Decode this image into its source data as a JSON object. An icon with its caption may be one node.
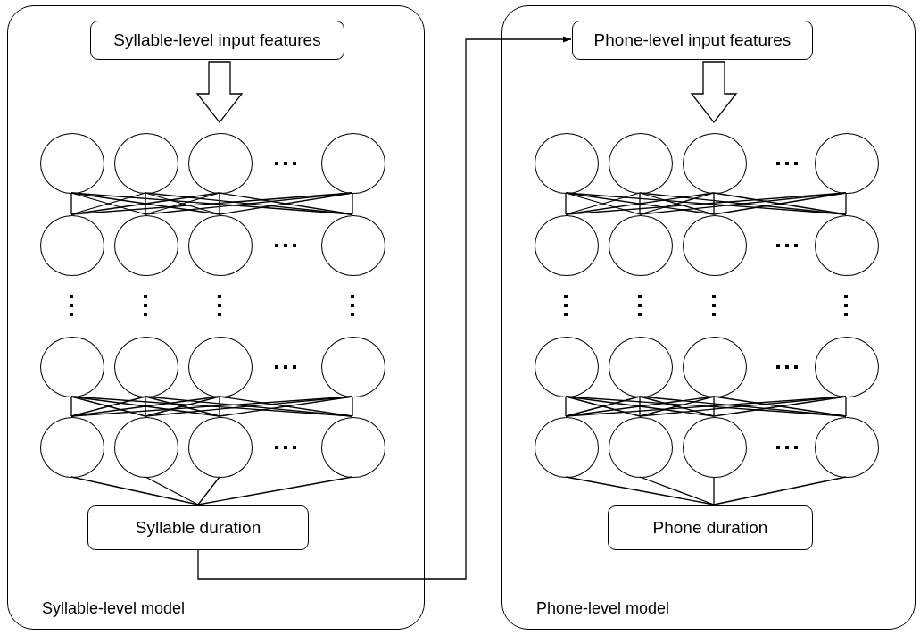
{
  "diagram": {
    "nodes": [
      {
        "text": [
          "Syllable-level model"
        ]
      },
      {
        "text": [
          "Syllable-level input features"
        ],
        "in": 0
      },
      {
        "text": [],
        "shape": "circle",
        "in": 0
      },
      {
        "text": [],
        "shape": "circle",
        "in": 0
      },
      {
        "text": [],
        "shape": "circle",
        "in": 0
      },
      {
        "text": [],
        "shape": "circle",
        "in": 0
      },
      {
        "text": [],
        "shape": "circle",
        "in": 0
      },
      {
        "text": [],
        "shape": "circle",
        "in": 0
      },
      {
        "text": [],
        "shape": "circle",
        "in": 0
      },
      {
        "text": [],
        "shape": "circle",
        "in": 0
      },
      {
        "text": [],
        "shape": "circle",
        "in": 0
      },
      {
        "text": [],
        "shape": "circle",
        "in": 0
      },
      {
        "text": [],
        "shape": "circle",
        "in": 0
      },
      {
        "text": [],
        "shape": "circle",
        "in": 0
      },
      {
        "text": [],
        "shape": "circle",
        "in": 0
      },
      {
        "text": [],
        "shape": "circle",
        "in": 0
      },
      {
        "text": [],
        "shape": "circle",
        "in": 0
      },
      {
        "text": [],
        "shape": "circle",
        "in": 0
      },
      {
        "text": [
          "Syllable duration"
        ],
        "in": 0
      },
      {
        "text": [
          "Phone-level model"
        ]
      },
      {
        "text": [
          "Phone-level input features"
        ],
        "in": 19
      },
      {
        "text": [],
        "shape": "circle",
        "in": 19
      },
      {
        "text": [],
        "shape": "circle",
        "in": 19
      },
      {
        "text": [],
        "shape": "circle",
        "in": 19
      },
      {
        "text": [],
        "shape": "circle",
        "in": 19
      },
      {
        "text": [],
        "shape": "circle",
        "in": 19
      },
      {
        "text": [],
        "shape": "circle",
        "in": 19
      },
      {
        "text": [],
        "shape": "circle",
        "in": 19
      },
      {
        "text": [],
        "shape": "circle",
        "in": 19
      },
      {
        "text": [],
        "shape": "circle",
        "in": 19
      },
      {
        "text": [],
        "shape": "circle",
        "in": 19
      },
      {
        "text": [],
        "shape": "circle",
        "in": 19
      },
      {
        "text": [],
        "shape": "circle",
        "in": 19
      },
      {
        "text": [],
        "shape": "circle",
        "in": 19
      },
      {
        "text": [],
        "shape": "circle",
        "in": 19
      },
      {
        "text": [],
        "shape": "circle",
        "in": 19
      },
      {
        "text": [],
        "shape": "circle",
        "in": 19
      },
      {
        "text": [
          "Phone duration"
        ],
        "in": 19
      }
    ],
    "edges": [
      {
        "from": 1,
        "to": null,
        "arrow": "to"
      },
      {
        "from": 2,
        "to": 6,
        "arrow": "none"
      },
      {
        "from": 2,
        "to": 7,
        "arrow": "none"
      },
      {
        "from": 2,
        "to": 8,
        "arrow": "none"
      },
      {
        "from": 2,
        "to": 9,
        "arrow": "none"
      },
      {
        "from": 3,
        "to": 6,
        "arrow": "none"
      },
      {
        "from": 3,
        "to": 7,
        "arrow": "none"
      },
      {
        "from": 3,
        "to": 8,
        "arrow": "none"
      },
      {
        "from": 3,
        "to": 9,
        "arrow": "none"
      },
      {
        "from": 4,
        "to": 6,
        "arrow": "none"
      },
      {
        "from": 4,
        "to": 7,
        "arrow": "none"
      },
      {
        "from": 4,
        "to": 8,
        "arrow": "none"
      },
      {
        "from": 4,
        "to": 9,
        "arrow": "none"
      },
      {
        "from": 5,
        "to": 6,
        "arrow": "none"
      },
      {
        "from": 5,
        "to": 7,
        "arrow": "none"
      },
      {
        "from": 5,
        "to": 8,
        "arrow": "none"
      },
      {
        "from": 5,
        "to": 9,
        "arrow": "none"
      },
      {
        "from": 10,
        "to": 14,
        "arrow": "none"
      },
      {
        "from": 10,
        "to": 15,
        "arrow": "none"
      },
      {
        "from": 10,
        "to": 16,
        "arrow": "none"
      },
      {
        "from": 10,
        "to": 17,
        "arrow": "none"
      },
      {
        "from": 11,
        "to": 14,
        "arrow": "none"
      },
      {
        "from": 11,
        "to": 15,
        "arrow": "none"
      },
      {
        "from": 11,
        "to": 16,
        "arrow": "none"
      },
      {
        "from": 11,
        "to": 17,
        "arrow": "none"
      },
      {
        "from": 12,
        "to": 14,
        "arrow": "none"
      },
      {
        "from": 12,
        "to": 15,
        "arrow": "none"
      },
      {
        "from": 12,
        "to": 16,
        "arrow": "none"
      },
      {
        "from": 12,
        "to": 17,
        "arrow": "none"
      },
      {
        "from": 13,
        "to": 14,
        "arrow": "none"
      },
      {
        "from": 13,
        "to": 15,
        "arrow": "none"
      },
      {
        "from": 13,
        "to": 16,
        "arrow": "none"
      },
      {
        "from": 13,
        "to": 17,
        "arrow": "none"
      },
      {
        "from": 14,
        "to": 18,
        "arrow": "none"
      },
      {
        "from": 15,
        "to": 18,
        "arrow": "none"
      },
      {
        "from": 16,
        "to": 18,
        "arrow": "none"
      },
      {
        "from": 17,
        "to": 18,
        "arrow": "none"
      },
      {
        "from": 18,
        "to": 20,
        "arrow": "to"
      },
      {
        "from": 20,
        "to": null,
        "arrow": "to"
      },
      {
        "from": 21,
        "to": 25,
        "arrow": "none"
      },
      {
        "from": 21,
        "to": 26,
        "arrow": "none"
      },
      {
        "from": 21,
        "to": 27,
        "arrow": "none"
      },
      {
        "from": 21,
        "to": 28,
        "arrow": "none"
      },
      {
        "from": 22,
        "to": 25,
        "arrow": "none"
      },
      {
        "from": 22,
        "to": 26,
        "arrow": "none"
      },
      {
        "from": 22,
        "to": 27,
        "arrow": "none"
      },
      {
        "from": 22,
        "to": 28,
        "arrow": "none"
      },
      {
        "from": 23,
        "to": 25,
        "arrow": "none"
      },
      {
        "from": 23,
        "to": 26,
        "arrow": "none"
      },
      {
        "from": 23,
        "to": 27,
        "arrow": "none"
      },
      {
        "from": 23,
        "to": 28,
        "arrow": "none"
      },
      {
        "from": 24,
        "to": 25,
        "arrow": "none"
      },
      {
        "from": 24,
        "to": 26,
        "arrow": "none"
      },
      {
        "from": 24,
        "to": 27,
        "arrow": "none"
      },
      {
        "from": 24,
        "to": 28,
        "arrow": "none"
      },
      {
        "from": 29,
        "to": 33,
        "arrow": "none"
      },
      {
        "from": 29,
        "to": 34,
        "arrow": "none"
      },
      {
        "from": 29,
        "to": 35,
        "arrow": "none"
      },
      {
        "from": 29,
        "to": 36,
        "arrow": "none"
      },
      {
        "from": 30,
        "to": 33,
        "arrow": "none"
      },
      {
        "from": 30,
        "to": 34,
        "arrow": "none"
      },
      {
        "from": 30,
        "to": 35,
        "arrow": "none"
      },
      {
        "from": 30,
        "to": 36,
        "arrow": "none"
      },
      {
        "from": 31,
        "to": 33,
        "arrow": "none"
      },
      {
        "from": 31,
        "to": 34,
        "arrow": "none"
      },
      {
        "from": 31,
        "to": 35,
        "arrow": "none"
      },
      {
        "from": 31,
        "to": 36,
        "arrow": "none"
      },
      {
        "from": 32,
        "to": 33,
        "arrow": "none"
      },
      {
        "from": 32,
        "to": 34,
        "arrow": "none"
      },
      {
        "from": 32,
        "to": 35,
        "arrow": "none"
      },
      {
        "from": 32,
        "to": 36,
        "arrow": "none"
      },
      {
        "from": 33,
        "to": 37,
        "arrow": "none"
      },
      {
        "from": 34,
        "to": 37,
        "arrow": "none"
      },
      {
        "from": 35,
        "to": 37,
        "arrow": "none"
      },
      {
        "from": 36,
        "to": 37,
        "arrow": "none"
      }
    ]
  }
}
